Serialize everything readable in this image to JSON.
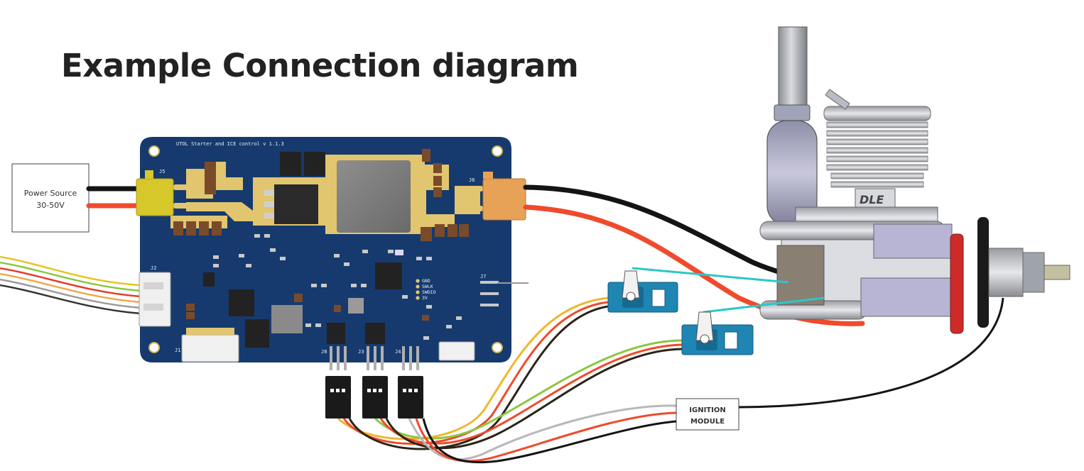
{
  "diagram": {
    "title": "Example Connection diagram",
    "power_source": {
      "line1": "Power Source",
      "line2": "30-50V"
    },
    "ignition_module": {
      "line1": "IGNITION",
      "line2": "MODULE"
    },
    "pcb": {
      "board_name": "UTOL Starter and ICE control v 1.1.3",
      "silkscreen": [
        "GND",
        "SWLK",
        "SWDIO",
        "3V"
      ],
      "connectors": [
        "J5",
        "J6",
        "J2",
        "J1",
        "J7",
        "J8",
        "J3",
        "J4"
      ]
    },
    "engine": {
      "brand": "DLE"
    }
  },
  "colors": {
    "pcb": "#163a6e",
    "copper": "#e2c56f",
    "xt60_yellow": "#d6c72a",
    "xt60_orange": "#e8a257",
    "wire_red": "#f04a2c",
    "wire_black": "#141414",
    "wire_yellow": "#f2b62c",
    "wire_green": "#8cc63f",
    "wire_gray": "#b8b8b8",
    "wire_cyan": "#2cc7c7",
    "servo_blue": "#1f86b4"
  }
}
